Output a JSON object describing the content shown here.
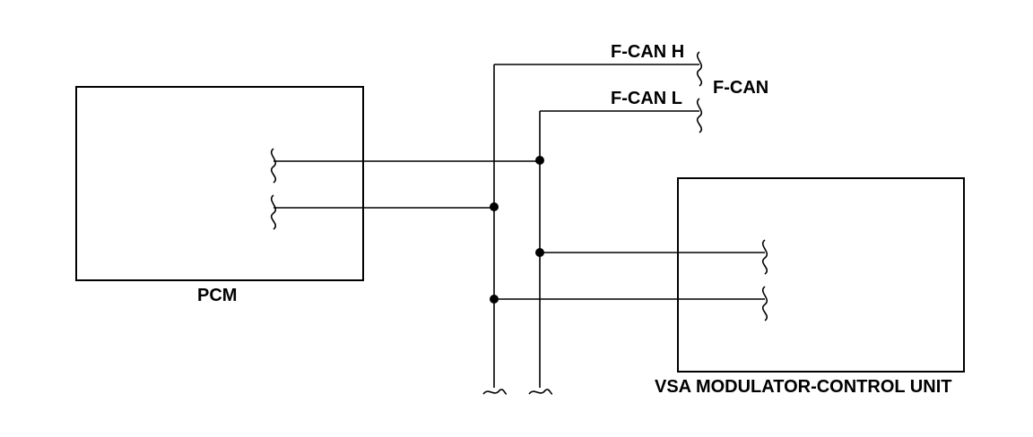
{
  "labels": {
    "fcan_h": "F-CAN H",
    "fcan_l": "F-CAN L",
    "fcan": "F-CAN",
    "pcm": "PCM",
    "vsa": "VSA MODULATOR-CONTROL UNIT"
  }
}
